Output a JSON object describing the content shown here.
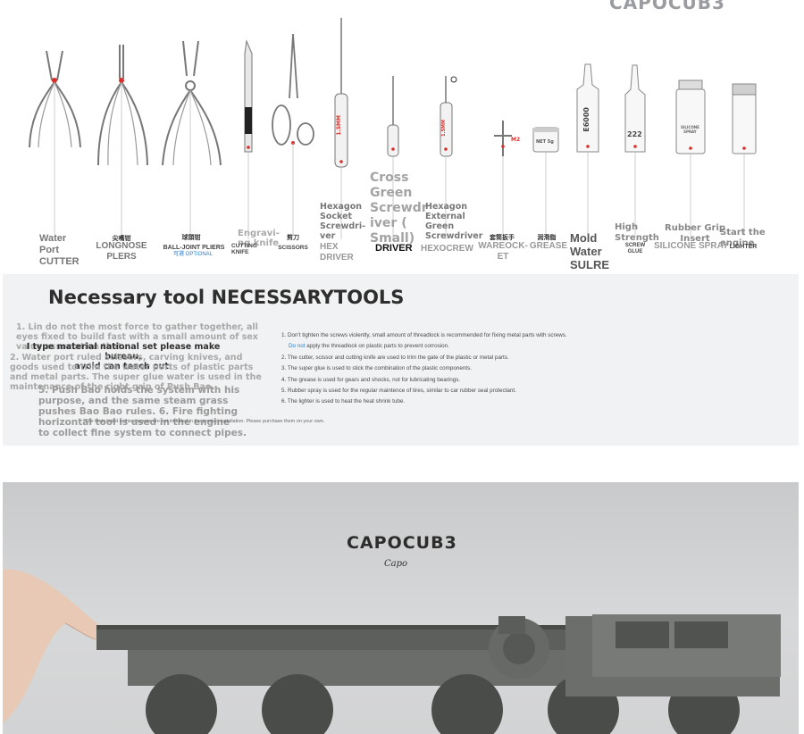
{
  "brand": "CAPOCUB3",
  "tools": [
    {
      "id": "cutter",
      "label": "Water\nPort\nCUTTER"
    },
    {
      "id": "longnose",
      "label": "LONGNOSE\nPLERS",
      "cn": "尖嘴钳"
    },
    {
      "id": "ball",
      "label": "BALL-JOINT PLIERS",
      "cn": "球頭钳",
      "optional": "可選 OPTIONAL"
    },
    {
      "id": "knife",
      "label": "CUTTING\nKNIFE",
      "overlay": "Engravi-\nng knife"
    },
    {
      "id": "scissors",
      "label": "SCISSORS",
      "cn": "剪刀"
    },
    {
      "id": "hex",
      "label": "HEX\nDRIVER",
      "overlay": "Hexagon\nSocket\nScrewdri-\nver",
      "marking": "1.5MM"
    },
    {
      "id": "cross",
      "label": "DRIVER",
      "overlay": "Cross\nGreen\nScrewdr\niver (\nSmall)"
    },
    {
      "id": "hexo",
      "label": "HEXOCREW",
      "overlay": "Hexagon\nExternal\nGreen\nScrewdriver",
      "marking": "1.5MM"
    },
    {
      "id": "wrench",
      "label": "WAREOCK-\nET",
      "cn": "套筒扳手",
      "marking": "M2"
    },
    {
      "id": "grease",
      "label": "GREASE",
      "cn": "润滑脂",
      "marking": "NET 5g"
    },
    {
      "id": "glue",
      "label": "Mold\nWater\nSULRE",
      "marking": "E6000"
    },
    {
      "id": "super",
      "label": "SCREW\nGLUE",
      "overlay": "High\nStrength",
      "marking": "222"
    },
    {
      "id": "spray",
      "label": "SILICONE SPRAY",
      "overlay": "Rubber Grip\nInsert",
      "marking": "SILICONE\nSPRAY"
    },
    {
      "id": "lighter",
      "label": "LIGHTER",
      "overlay": "Start the\nengine"
    }
  ],
  "notes": {
    "title": "Necessary tool NECESSARYTOOLS",
    "overlay_1": "1. Lin do not the most force to gather together, all\neyes fixed to build fast with a small amount of sex\nvalue association that.",
    "overlay_dark": "I type material national set please make bureau,\navoid can teach out.",
    "overlay_2": "2. Water port ruled scissors, carving knives, and\ngoods used to trim the water ports of plastic parts\nand metal parts. The super glue water is used in the\nmaintenance of the right grip of Push Bao.",
    "overlay_3": "5. Push Bao holds the system with his\npurpose, and the same steam grass\npushes Bao Bao rules. 6. Fire fighting\nhorizontal tool is used in the engine\nto collect fine system to connect pipes.",
    "items": [
      {
        "text": "1. Don't tighten the screws violently, small amount of threadlock is recommended for fixing metal parts with screws."
      },
      {
        "highlight": "Do not",
        "text": " apply the threadlock on plastic parts to prevent corrosion."
      },
      {
        "text": "2. The cutter, scissor and cutting knife are used to trim the gate of the plastic or metal parts."
      },
      {
        "text": "3. The super glue is used to stick the combination of the plastic components."
      },
      {
        "text": "4. The grease is used for gears and shocks, not for lubricating bearings."
      },
      {
        "text": "5. Rubber spray is used for the regular maintence of tires, similar to car rubber seal protectant."
      },
      {
        "text": "6. The lighter is used to heat the heat shrink tube."
      }
    ],
    "disclaimer": "*The tools listed in this diagram are not included in the product installation. Please purchase them on your own."
  },
  "product": {
    "brand": "CAPOCUB3",
    "sub": "Capo"
  },
  "colors": {
    "tool_red": "#d9302b",
    "panel_bg": "#f1f2f3",
    "highlight": "#2a7fd4",
    "product_bg": "#d4d5d6"
  }
}
